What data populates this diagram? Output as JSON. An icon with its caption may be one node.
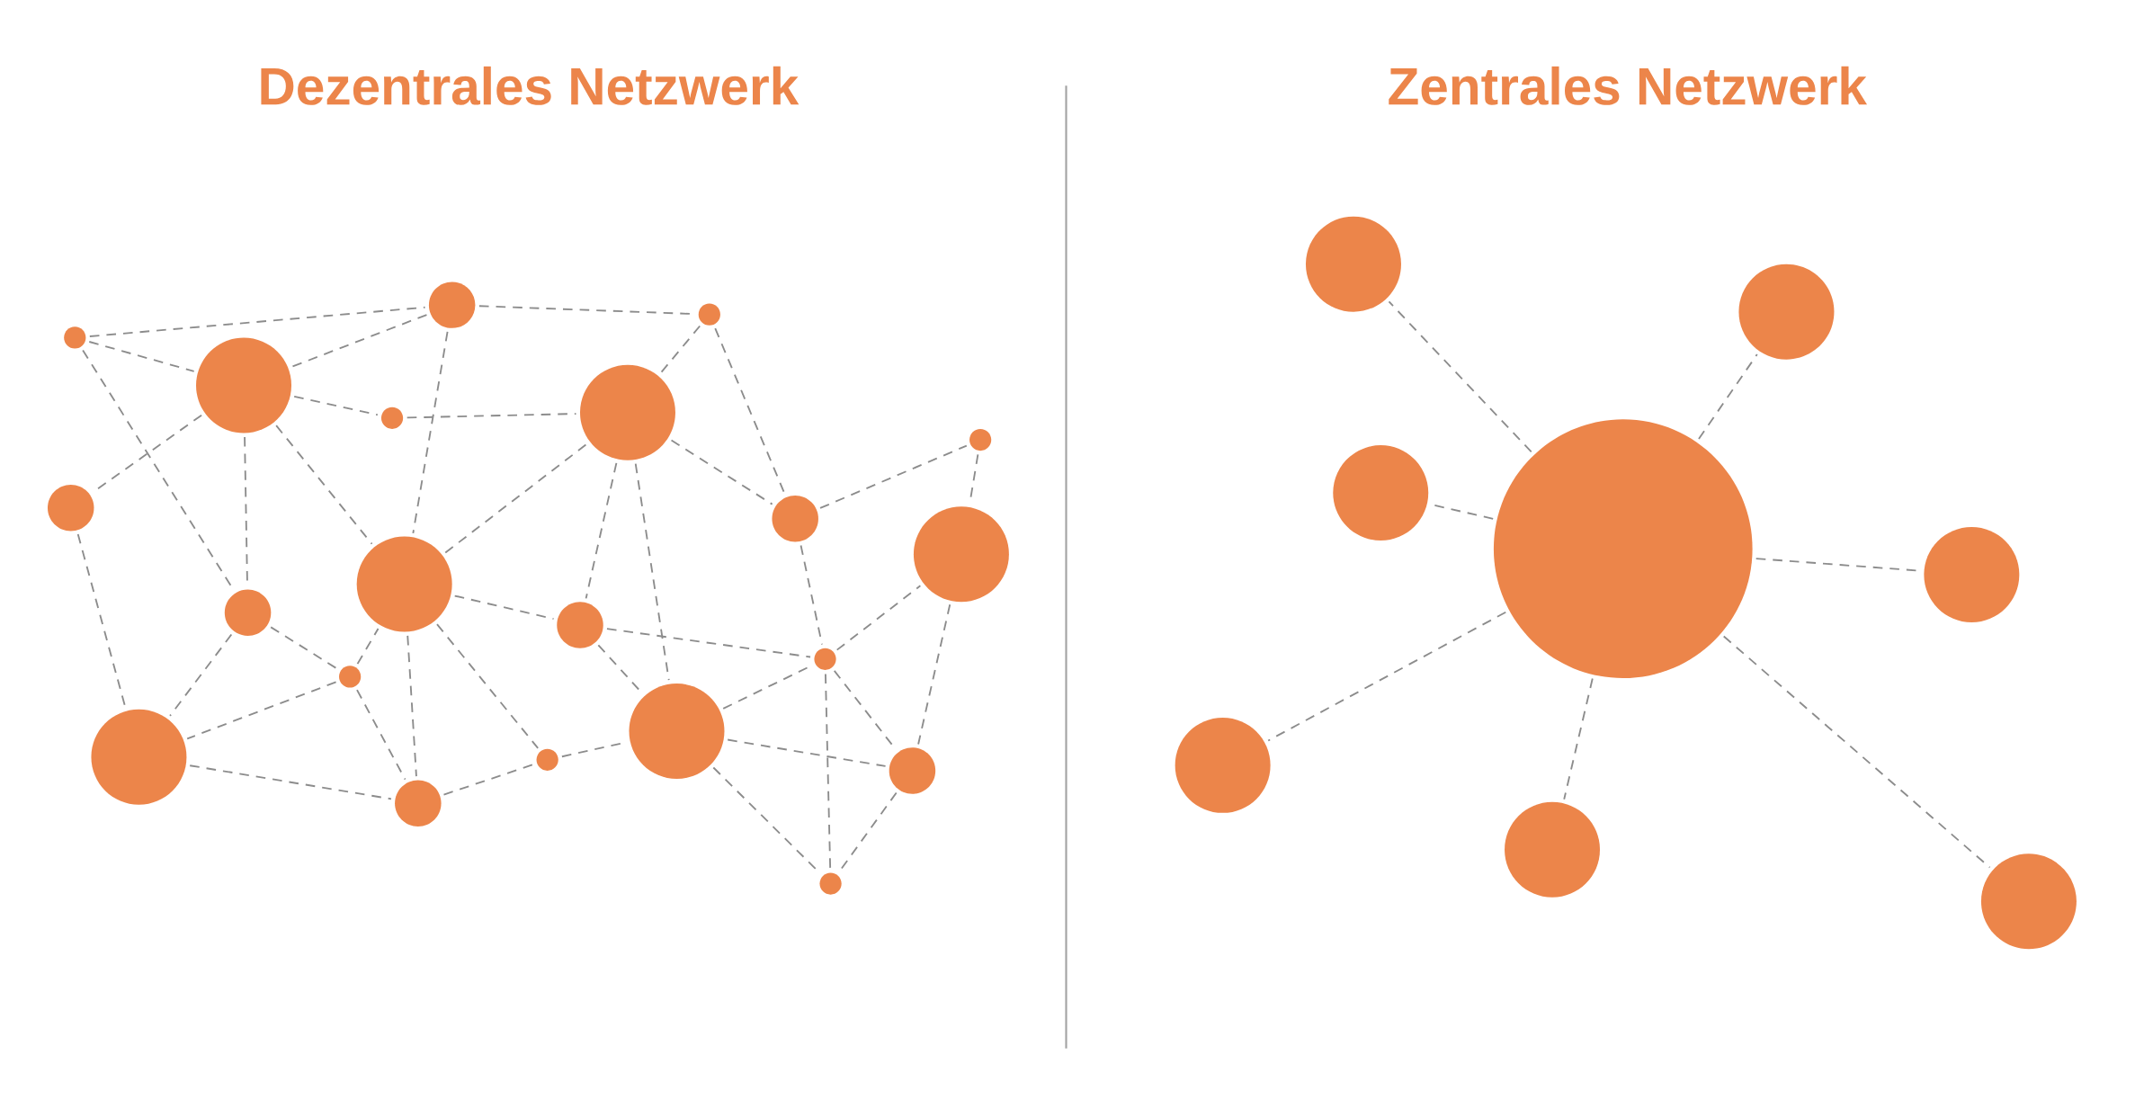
{
  "diagram": {
    "labels": [
      "Dezentrales Netzwerk",
      "Zentrales Netzwerk"
    ],
    "nodes": [
      {
        "text": [],
        "shape": "circle"
      },
      {
        "text": [],
        "shape": "circle"
      },
      {
        "text": [],
        "shape": "circle"
      },
      {
        "text": [],
        "shape": "circle"
      },
      {
        "text": [],
        "shape": "circle"
      },
      {
        "text": [],
        "shape": "circle"
      },
      {
        "text": [],
        "shape": "circle"
      },
      {
        "text": [],
        "shape": "circle"
      },
      {
        "text": [],
        "shape": "circle"
      },
      {
        "text": [],
        "shape": "circle"
      },
      {
        "text": [],
        "shape": "circle"
      },
      {
        "text": [],
        "shape": "circle"
      },
      {
        "text": [],
        "shape": "circle"
      },
      {
        "text": [],
        "shape": "circle"
      },
      {
        "text": [],
        "shape": "circle"
      },
      {
        "text": [],
        "shape": "circle"
      },
      {
        "text": [],
        "shape": "circle"
      },
      {
        "text": [],
        "shape": "circle"
      },
      {
        "text": [],
        "shape": "circle"
      },
      {
        "text": [],
        "shape": "circle"
      },
      {
        "text": [],
        "shape": "circle"
      },
      {
        "text": [],
        "shape": "circle"
      },
      {
        "text": [],
        "shape": "circle"
      },
      {
        "text": [],
        "shape": "circle"
      },
      {
        "text": [],
        "shape": "circle"
      },
      {
        "text": [],
        "shape": "circle"
      },
      {
        "text": [],
        "shape": "circle"
      },
      {
        "text": [],
        "shape": "circle"
      },
      {
        "text": [],
        "shape": "circle"
      }
    ],
    "edges": [
      {
        "from": 1,
        "to": 9,
        "arrow": "none"
      },
      {
        "from": 1,
        "to": 3,
        "arrow": "none"
      },
      {
        "from": 1,
        "to": 4,
        "arrow": "none"
      },
      {
        "from": 9,
        "to": 3,
        "arrow": "none"
      },
      {
        "from": 9,
        "to": 14,
        "arrow": "none"
      },
      {
        "from": 9,
        "to": 7,
        "arrow": "none"
      },
      {
        "from": 3,
        "to": 6,
        "arrow": "none"
      },
      {
        "from": 6,
        "to": 12,
        "arrow": "none"
      },
      {
        "from": 3,
        "to": 0,
        "arrow": "none"
      },
      {
        "from": 3,
        "to": 4,
        "arrow": "none"
      },
      {
        "from": 3,
        "to": 7,
        "arrow": "none"
      },
      {
        "from": 0,
        "to": 2,
        "arrow": "none"
      },
      {
        "from": 4,
        "to": 2,
        "arrow": "none"
      },
      {
        "from": 4,
        "to": 5,
        "arrow": "none"
      },
      {
        "from": 5,
        "to": 7,
        "arrow": "none"
      },
      {
        "from": 5,
        "to": 2,
        "arrow": "none"
      },
      {
        "from": 5,
        "to": 8,
        "arrow": "none"
      },
      {
        "from": 7,
        "to": 8,
        "arrow": "none"
      },
      {
        "from": 7,
        "to": 10,
        "arrow": "none"
      },
      {
        "from": 7,
        "to": 11,
        "arrow": "none"
      },
      {
        "from": 7,
        "to": 12,
        "arrow": "none"
      },
      {
        "from": 2,
        "to": 8,
        "arrow": "none"
      },
      {
        "from": 8,
        "to": 10,
        "arrow": "none"
      },
      {
        "from": 10,
        "to": 13,
        "arrow": "none"
      },
      {
        "from": 14,
        "to": 12,
        "arrow": "none"
      },
      {
        "from": 14,
        "to": 15,
        "arrow": "none"
      },
      {
        "from": 12,
        "to": 15,
        "arrow": "none"
      },
      {
        "from": 12,
        "to": 11,
        "arrow": "none"
      },
      {
        "from": 12,
        "to": 13,
        "arrow": "none"
      },
      {
        "from": 15,
        "to": 20,
        "arrow": "none"
      },
      {
        "from": 20,
        "to": 19,
        "arrow": "none"
      },
      {
        "from": 15,
        "to": 16,
        "arrow": "none"
      },
      {
        "from": 11,
        "to": 16,
        "arrow": "none"
      },
      {
        "from": 11,
        "to": 13,
        "arrow": "none"
      },
      {
        "from": 13,
        "to": 16,
        "arrow": "none"
      },
      {
        "from": 16,
        "to": 19,
        "arrow": "none"
      },
      {
        "from": 16,
        "to": 18,
        "arrow": "none"
      },
      {
        "from": 16,
        "to": 17,
        "arrow": "none"
      },
      {
        "from": 13,
        "to": 18,
        "arrow": "none"
      },
      {
        "from": 13,
        "to": 17,
        "arrow": "none"
      },
      {
        "from": 19,
        "to": 18,
        "arrow": "none"
      },
      {
        "from": 18,
        "to": 17,
        "arrow": "none"
      },
      {
        "from": 25,
        "to": 22,
        "arrow": "none"
      },
      {
        "from": 25,
        "to": 26,
        "arrow": "none"
      },
      {
        "from": 25,
        "to": 23,
        "arrow": "none"
      },
      {
        "from": 25,
        "to": 27,
        "arrow": "none"
      },
      {
        "from": 25,
        "to": 21,
        "arrow": "none"
      },
      {
        "from": 25,
        "to": 24,
        "arrow": "none"
      },
      {
        "from": 25,
        "to": 28,
        "arrow": "none"
      }
    ]
  }
}
